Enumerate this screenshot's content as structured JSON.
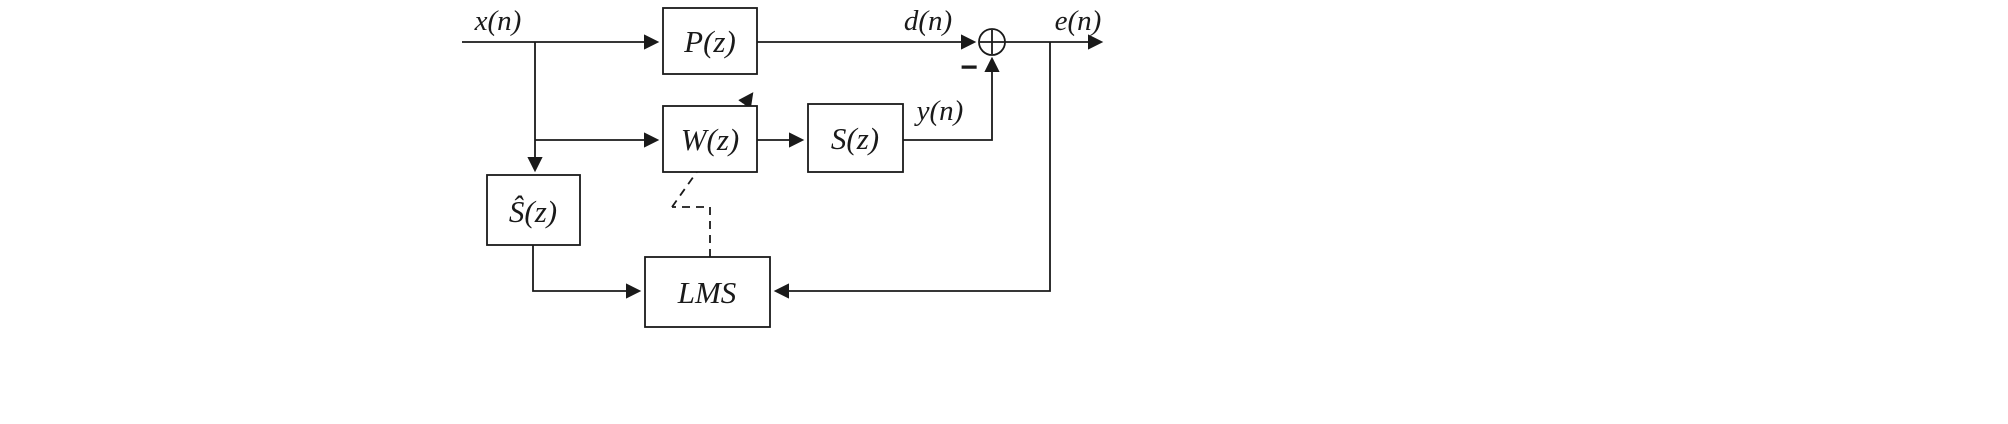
{
  "diagram": {
    "blocks": {
      "pz": "P(z)",
      "wz": "W(z)",
      "sz": "S(z)",
      "shatz": "Ŝ(z)",
      "lms": "LMS"
    },
    "signals": {
      "x": "x(n)",
      "d": "d(n)",
      "e": "e(n)",
      "y": "y(n)"
    },
    "summing": {
      "minus": "−"
    },
    "icons": {
      "summing_junction": "circle-plus"
    },
    "colors": {
      "line": "#1a1a1a",
      "background": "#ffffff"
    }
  }
}
